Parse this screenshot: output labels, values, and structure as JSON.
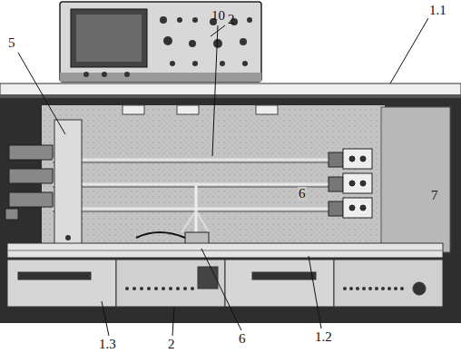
{
  "diagram": {
    "labels": [
      "5",
      "10",
      "2",
      "1.1",
      "6",
      "7",
      "1.3",
      "2",
      "6",
      "1.2"
    ]
  }
}
